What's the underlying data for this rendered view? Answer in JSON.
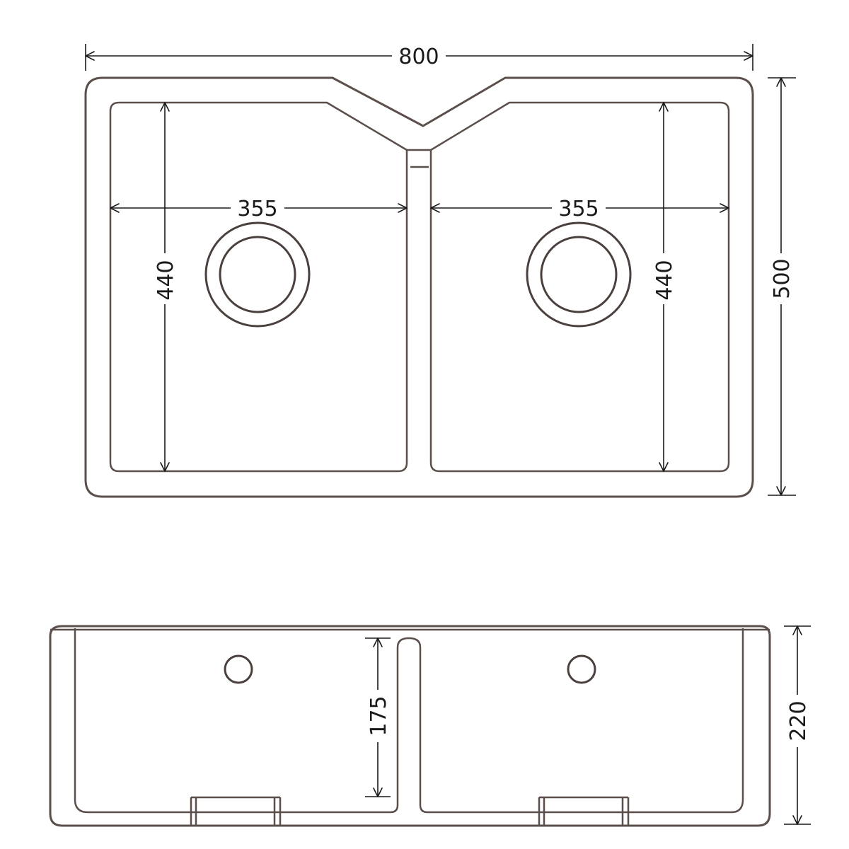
{
  "top_view": {
    "overall_width": "800",
    "overall_depth": "500",
    "left_bowl_width": "355",
    "right_bowl_width": "355",
    "left_bowl_depth": "440",
    "right_bowl_depth": "440"
  },
  "front_view": {
    "bowl_height": "175",
    "overall_height": "220"
  },
  "colors": {
    "outline": "#5b4f4c",
    "dimension": "#1a1a1a"
  }
}
